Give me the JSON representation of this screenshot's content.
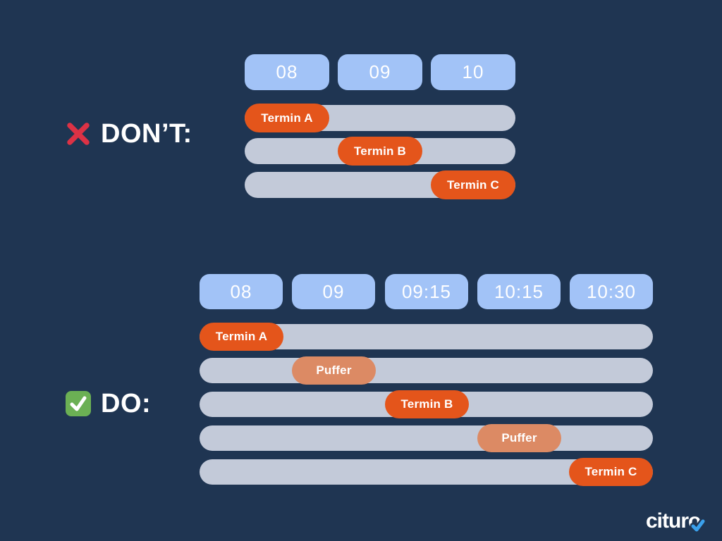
{
  "dont_section": {
    "label": "DON’T:",
    "icon": "x-cross-icon",
    "time_slots": [
      "08",
      "09",
      "10"
    ],
    "rows": [
      {
        "pill": "Termin A",
        "type": "termin"
      },
      {
        "pill": "Termin B",
        "type": "termin"
      },
      {
        "pill": "Termin C",
        "type": "termin"
      }
    ]
  },
  "do_section": {
    "label": "DO:",
    "icon": "green-check-icon",
    "time_slots": [
      "08",
      "09",
      "09:15",
      "10:15",
      "10:30"
    ],
    "rows": [
      {
        "pill": "Termin A",
        "type": "termin"
      },
      {
        "pill": "Puffer",
        "type": "puffer"
      },
      {
        "pill": "Termin B",
        "type": "termin"
      },
      {
        "pill": "Puffer",
        "type": "puffer"
      },
      {
        "pill": "Termin C",
        "type": "termin"
      }
    ]
  },
  "logo": {
    "word_start": "citur",
    "word_end_letter": "o"
  },
  "colors": {
    "background": "#1F3552",
    "time_slot": "#A2C3F7",
    "track": "#C3CAD9",
    "termin": "#E4551B",
    "puffer": "#DC8A64",
    "dont_red": "#DC3245",
    "do_green": "#6BB054",
    "logo_check_blue": "#3AA0EC",
    "text_white": "#FFFFFF"
  }
}
